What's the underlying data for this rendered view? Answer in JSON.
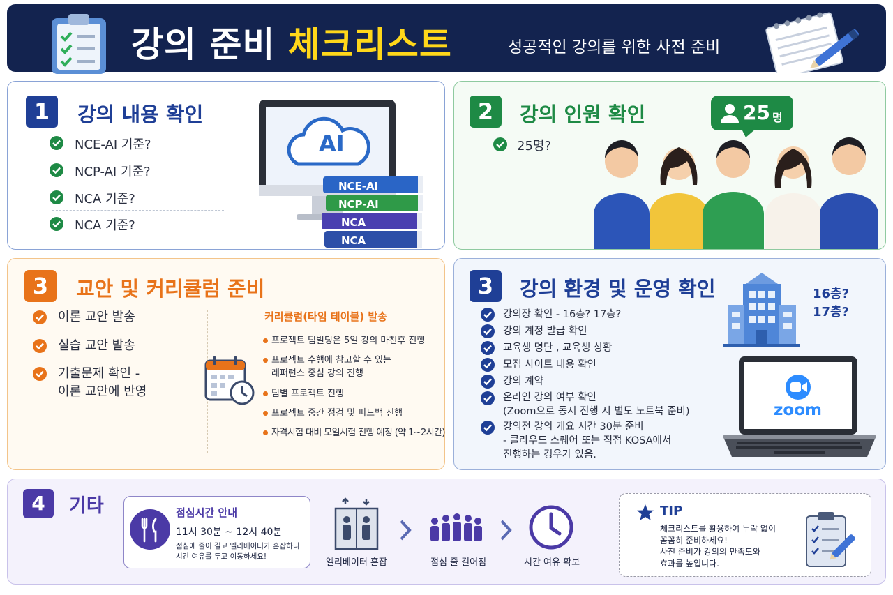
{
  "header": {
    "title_main": "강의 준비",
    "title_highlight": "체크리스트",
    "subtitle": "성공적인 강의를 위한 사전 준비"
  },
  "section1": {
    "number": "1",
    "title": "강의 내용 확인",
    "items": [
      "NCE-AI 기준?",
      "NCP-AI 기준?",
      "NCA 기준?",
      "NCA 기준?"
    ],
    "monitor_label": "AI",
    "books": [
      "NCE-AI",
      "NCP-AI",
      "NCA",
      "NCA"
    ]
  },
  "section2": {
    "number": "2",
    "title": "강의 인원 확인",
    "items": [
      "25명?"
    ],
    "badge_number": "25",
    "badge_unit": "명"
  },
  "section3": {
    "number": "3",
    "title": "교안 및 커리큘럼 준비",
    "items": [
      {
        "line1": "이론 교안 발송",
        "line2": ""
      },
      {
        "line1": "실습 교안 발송",
        "line2": ""
      },
      {
        "line1": "기출문제 확인 -",
        "line2": "이론 교안에 반영"
      }
    ],
    "curriculum_title": "커리큘럼(타임 테이블) 발송",
    "bullets": [
      {
        "line1": "프로젝트 팀빌딩은 5일 강의 마친후 진행",
        "line2": ""
      },
      {
        "line1": "프로젝트 수행에 참고할 수 있는",
        "line2": "레퍼런스 중심 강의 진행"
      },
      {
        "line1": "팀별 프로젝트 진행",
        "line2": ""
      },
      {
        "line1": "프로젝트 중간 점검 및 피드백 진행",
        "line2": ""
      },
      {
        "line1": "자격시험 대비 모일시험 진행 예정 (약 1~2시간)",
        "line2": ""
      }
    ]
  },
  "section4": {
    "number": "3",
    "title": "강의 환경 및 운영 확인",
    "items": [
      {
        "line1": "강의장 확인 - 16층?  17층?",
        "line2": ""
      },
      {
        "line1": "강의 계정 발급 확인",
        "line2": ""
      },
      {
        "line1": "교육생 명단 , 교육생 상황",
        "line2": ""
      },
      {
        "line1": "모집 사이트 내용 확인",
        "line2": ""
      },
      {
        "line1": "강의 계약",
        "line2": ""
      },
      {
        "line1": "온라인 강의 여부 확인",
        "line2": "(Zoom으로 동시 진행 시 별도 노트북 준비)"
      },
      {
        "line1": "강의전 강의 개요 시간 30분 준비",
        "line2": "- 클라우드 스퀘어 또는 직접 KOSA에서",
        "line3": "진행하는 경우가 있음."
      }
    ],
    "floor1": "16층?",
    "floor2": "17층?",
    "zoom_label": "zoom"
  },
  "section5": {
    "number": "4",
    "title": "기타",
    "lunch_title": "점심시간 안내",
    "lunch_time": "11시 30분 ~ 12시 40분",
    "lunch_note1": "점심에 줄이 길고 엘리베이터가 혼잡하니",
    "lunch_note2": "시간 여유를 두고 이동하세요!",
    "flow": [
      "엘리베이터 혼잡",
      "점심 줄 길어짐",
      "시간 여유 확보"
    ],
    "tip_title": "TIP",
    "tip_lines": [
      "체크리스트를 활용하여 누락 없이",
      "꼼꼼히 준비하세요!",
      "사전 준비가 강의의 만족도와",
      "효과를 높입니다."
    ]
  },
  "colors": {
    "navy": "#13234f",
    "yellow": "#ffd71a",
    "blue": "#1f3f96",
    "green": "#1e8a45",
    "orange": "#e8731a",
    "purple": "#4b3aa6"
  }
}
